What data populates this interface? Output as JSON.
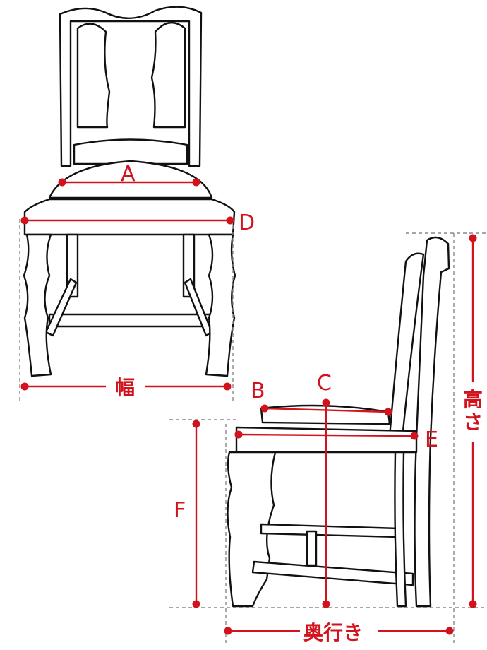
{
  "labels": {
    "a": "A",
    "b": "B",
    "c": "C",
    "d": "D",
    "e": "E",
    "f": "F",
    "width": "幅",
    "depth": "奥行き",
    "height": "高さ"
  },
  "colors": {
    "accent": "#d2121c",
    "line": "#111111",
    "guide": "#888888"
  }
}
